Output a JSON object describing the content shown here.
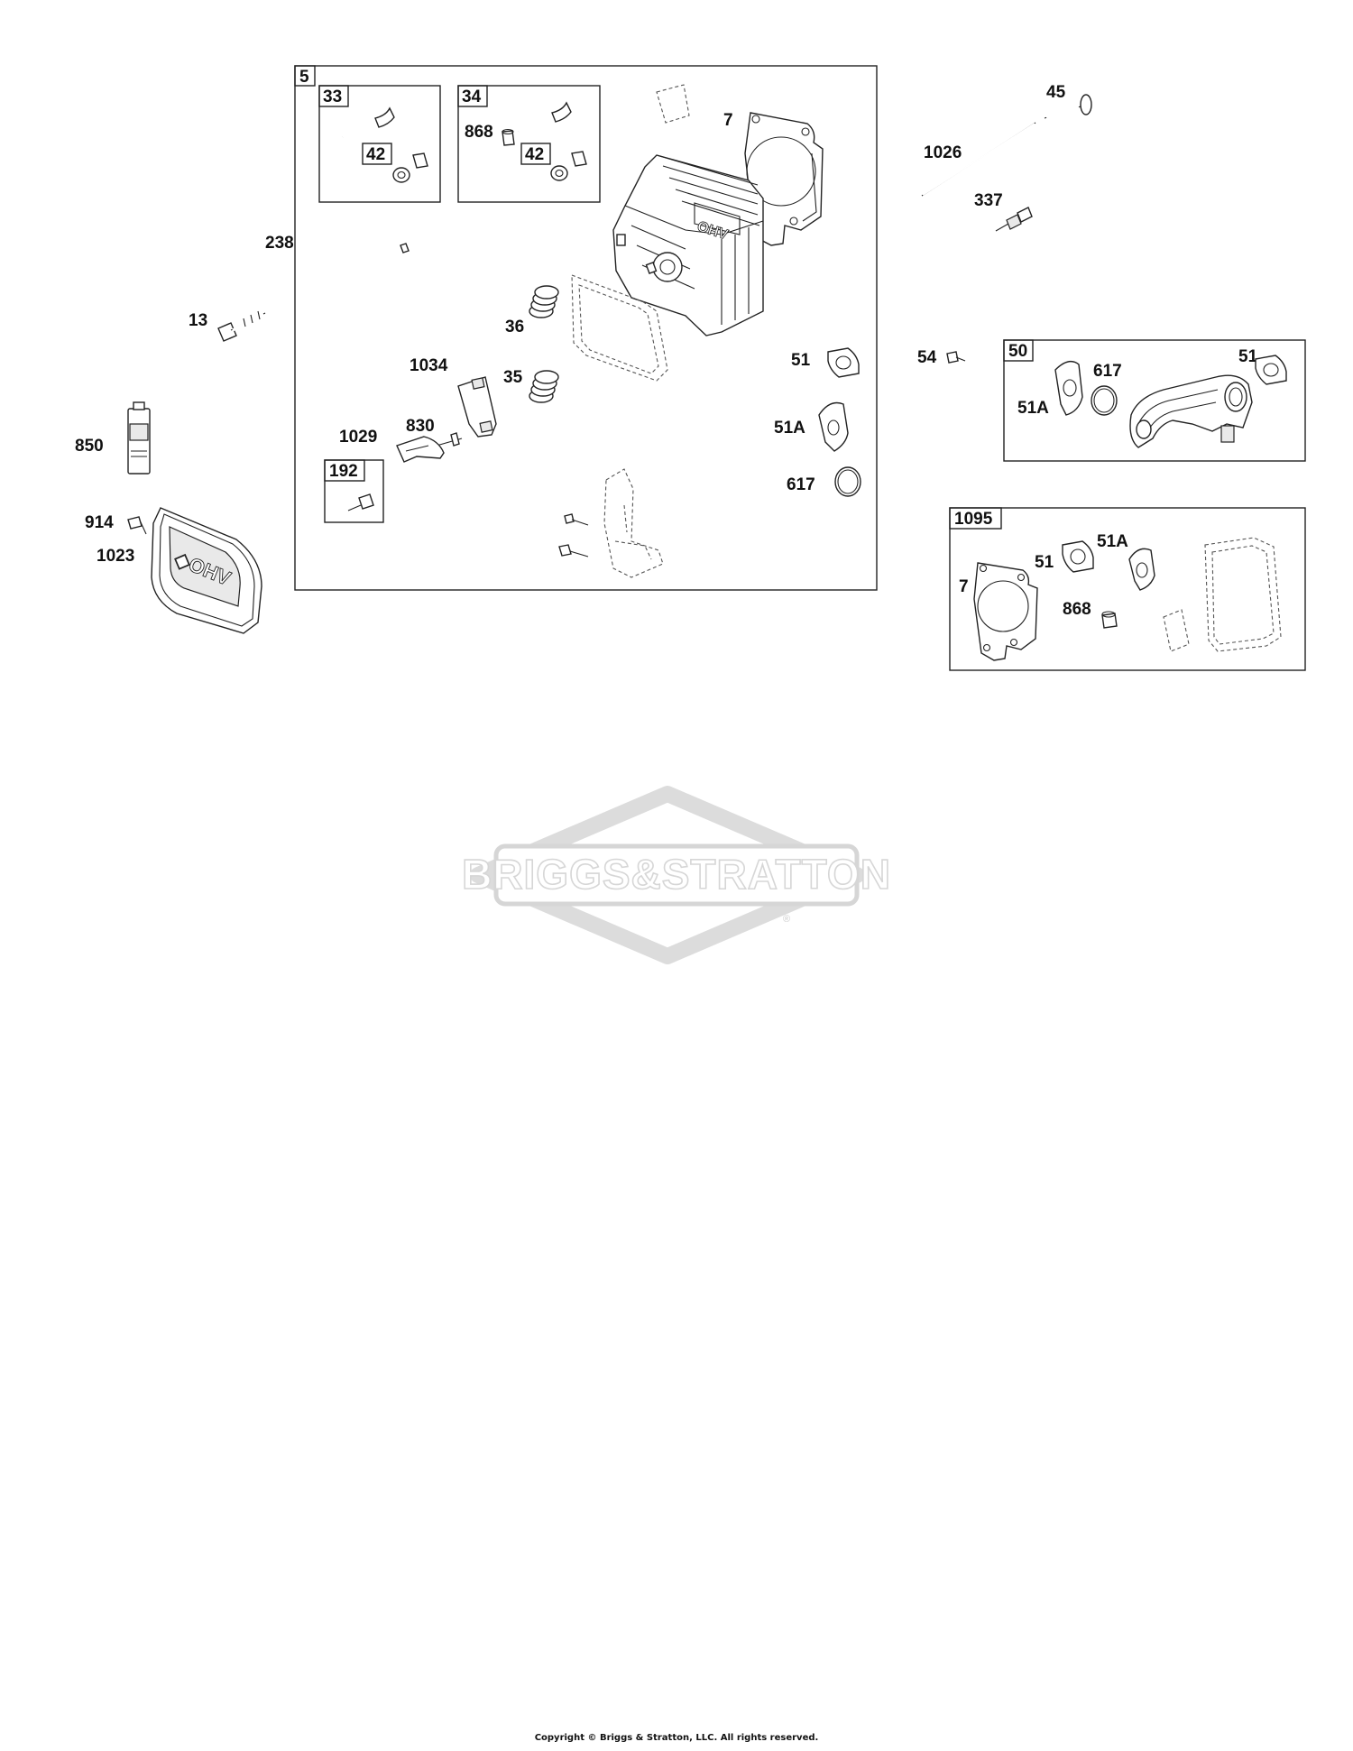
{
  "labels": {
    "l5": "5",
    "l33": "33",
    "l34": "34",
    "l42a": "42",
    "l42b": "42",
    "l868a": "868",
    "l7a": "7",
    "l238": "238",
    "l13": "13",
    "l36": "36",
    "l1034": "1034",
    "l35": "35",
    "l51a": "51",
    "l54": "54",
    "l1029": "1029",
    "l830": "830",
    "l51Aa": "51A",
    "l850": "850",
    "l192": "192",
    "l617a": "617",
    "l914": "914",
    "l1023": "1023",
    "l45": "45",
    "l1026": "1026",
    "l337": "337",
    "l50": "50",
    "l617b": "617",
    "l51b": "51",
    "l51Ab": "51A",
    "l1095": "1095",
    "l51Ac": "51A",
    "l51c": "51",
    "l7b": "7",
    "l868b": "868"
  },
  "watermark": {
    "brand": "BRIGGS&STRATTON",
    "registered": "®"
  },
  "footer": {
    "copyright": "Copyright © Briggs & Stratton, LLC. All rights reserved."
  },
  "icons": {
    "valve": "valve-icon",
    "seal": "valve-seal-icon",
    "head": "cylinder-head-icon",
    "gasket": "gasket-icon",
    "spring": "valve-spring-icon",
    "bolt": "bolt-icon",
    "sealant": "sealant-tube-icon",
    "cover": "valve-cover-icon",
    "pushrod": "push-rod-icon",
    "plug": "spark-plug-icon",
    "intake": "intake-manifold-icon",
    "oring": "o-ring-icon"
  },
  "colors": {
    "ink": "#222222",
    "watermark": "#d6d6d6"
  }
}
